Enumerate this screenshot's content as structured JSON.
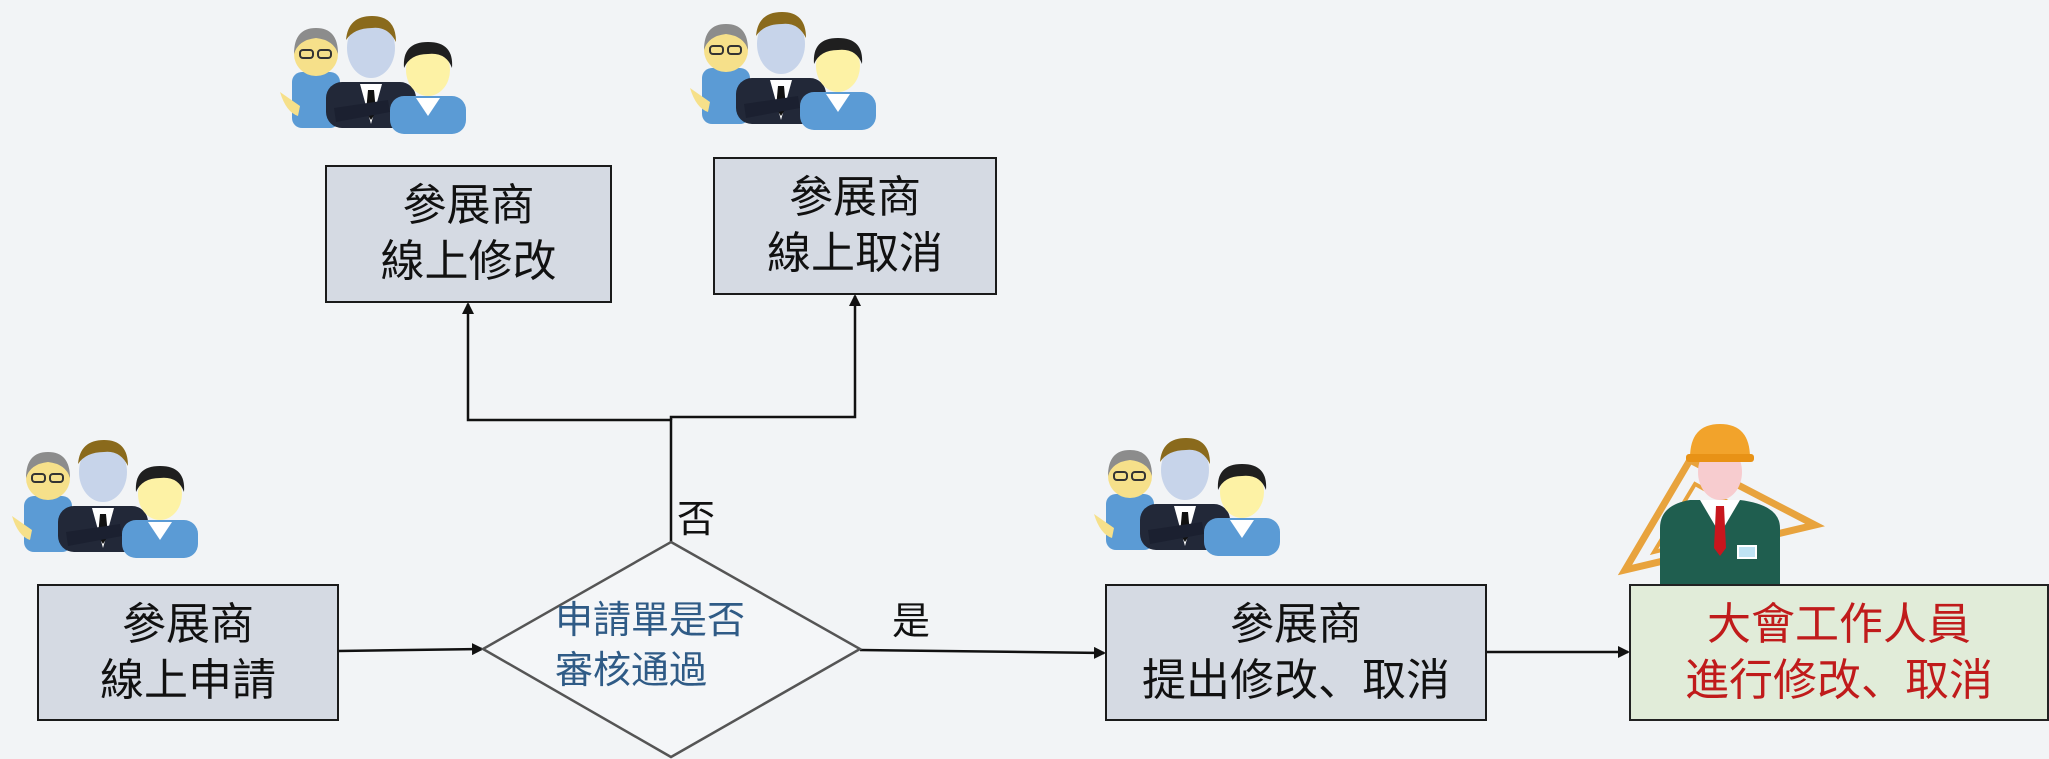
{
  "nodes": {
    "apply": {
      "line1": "參展商",
      "line2": "線上申請"
    },
    "modify": {
      "line1": "參展商",
      "line2": "線上修改"
    },
    "cancel": {
      "line1": "參展商",
      "line2": "線上取消"
    },
    "request": {
      "line1": "參展商",
      "line2": "提出修改、取消"
    },
    "staff": {
      "line1": "大會工作人員",
      "line2": "進行修改、取消"
    }
  },
  "decision": {
    "line1": "申請單是否",
    "line2": "審核通過"
  },
  "edge_labels": {
    "no": "否",
    "yes": "是"
  },
  "colors": {
    "box_fill": "#d5dae3",
    "staff_box_fill": "#e1ecd9",
    "staff_text": "#c01b1b",
    "decision_text": "#2f5b86",
    "background": "#f2f4f6"
  },
  "icons": {
    "exhibitors": "group-of-three-people-icon",
    "staff": "construction-worker-with-hardhat-icon"
  }
}
